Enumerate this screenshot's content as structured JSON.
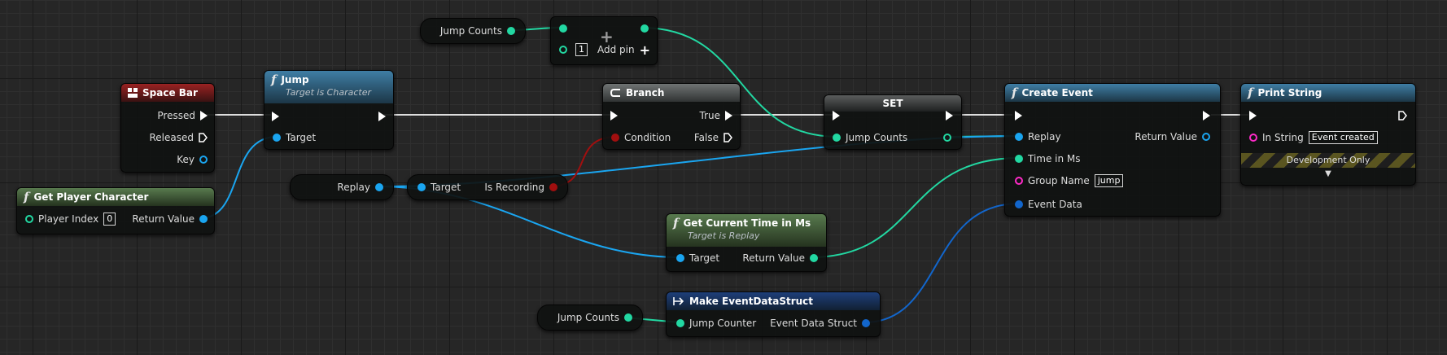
{
  "graph": {
    "space_bar": {
      "title": "Space Bar",
      "pressed": "Pressed",
      "released": "Released",
      "key": "Key"
    },
    "get_player_character": {
      "title": "Get Player Character",
      "player_index": "Player Index",
      "player_index_value": "0",
      "return_value": "Return Value"
    },
    "jump": {
      "title": "Jump",
      "subtitle": "Target is Character",
      "target": "Target"
    },
    "jump_counts_get_1": {
      "label": "Jump Counts"
    },
    "add_node": {
      "value": "1",
      "add_pin": "Add pin"
    },
    "replay_var": {
      "label": "Replay"
    },
    "is_recording": {
      "target": "Target",
      "output": "Is Recording"
    },
    "branch": {
      "title": "Branch",
      "true_label": "True",
      "false_label": "False",
      "condition": "Condition"
    },
    "set_node": {
      "title": "SET",
      "jump_counts": "Jump Counts"
    },
    "create_event": {
      "title": "Create Event",
      "replay": "Replay",
      "return_value": "Return Value",
      "time_in_ms": "Time in Ms",
      "group_name": "Group Name",
      "group_name_value": "jump",
      "event_data": "Event Data"
    },
    "print_string": {
      "title": "Print String",
      "in_string": "In String",
      "in_string_value": "Event created",
      "dev_only": "Development Only"
    },
    "get_current_time": {
      "title": "Get Current Time in Ms",
      "subtitle": "Target is Replay",
      "target": "Target",
      "return_value": "Return Value"
    },
    "jump_counts_get_2": {
      "label": "Jump Counts"
    },
    "make_struct": {
      "title": "Make EventDataStruct",
      "jump_counter": "Jump Counter",
      "event_data_struct": "Event Data Struct"
    }
  },
  "colors": {
    "exec_wire": "#ffffff",
    "int_wire": "#22d8a2",
    "object_wire": "#1aa5f0",
    "struct_wire": "#1266cc",
    "bool_wire": "#a10f0f"
  }
}
